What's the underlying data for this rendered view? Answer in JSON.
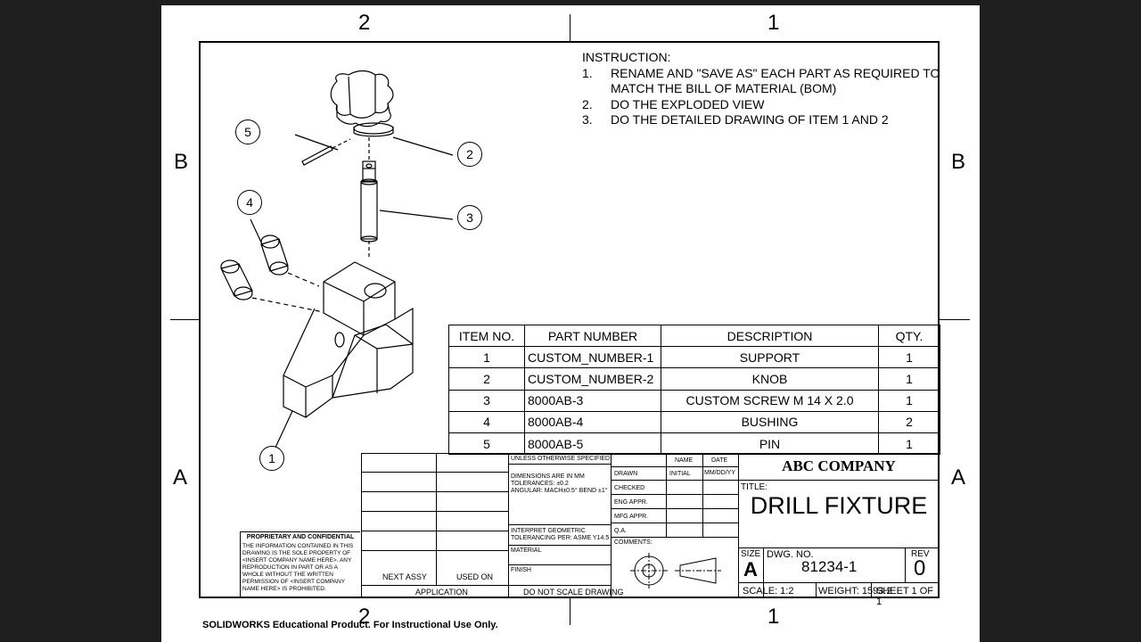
{
  "zones": {
    "top_left": "2",
    "top_right": "1",
    "bottom_left": "2",
    "bottom_right": "1",
    "left_upper": "B",
    "right_upper": "B",
    "left_lower": "A",
    "right_lower": "A"
  },
  "instruction": {
    "heading": "INSTRUCTION:",
    "items": [
      {
        "num": "1.",
        "text": "RENAME AND \"SAVE AS\" EACH PART AS REQUIRED TO"
      },
      {
        "num": "",
        "text": "MATCH THE BILL OF MATERIAL (BOM)"
      },
      {
        "num": "2.",
        "text": "DO THE EXPLODED VIEW"
      },
      {
        "num": "3.",
        "text": "DO THE DETAILED DRAWING OF ITEM 1 AND 2"
      }
    ]
  },
  "bom": {
    "headers": [
      "ITEM NO.",
      "PART NUMBER",
      "DESCRIPTION",
      "QTY."
    ],
    "rows": [
      [
        "1",
        "CUSTOM_NUMBER-1",
        "SUPPORT",
        "1"
      ],
      [
        "2",
        "CUSTOM_NUMBER-2",
        "KNOB",
        "1"
      ],
      [
        "3",
        "8000AB-3",
        "CUSTOM SCREW M 14 X 2.0",
        "1"
      ],
      [
        "4",
        "8000AB-4",
        "BUSHING",
        "2"
      ],
      [
        "5",
        "8000AB-5",
        "PIN",
        "1"
      ]
    ]
  },
  "balloons": {
    "b1": "1",
    "b2": "2",
    "b3": "3",
    "b4": "4",
    "b5": "5"
  },
  "title_block": {
    "unless": "UNLESS OTHERWISE SPECIFIED:",
    "name": "NAME",
    "date": "DATE",
    "drawn": "DRAWN",
    "initial": "INITIAL",
    "date_fmt": "MM/DD/YY",
    "checked": "CHECKED",
    "eng_appr": "ENG APPR.",
    "mfg_appr": "MFG APPR.",
    "qa": "Q.A.",
    "comments": "COMMENTS:",
    "dims1": "DIMENSIONS ARE IN MM",
    "dims2": "TOLERANCES: ±0.2",
    "dims3": "ANGULAR: MACH±0.5° BEND ±1°",
    "interp1": "INTERPRET GEOMETRIC",
    "interp2": "TOLERANCING PER: ASME Y14.5",
    "material": "MATERIAL",
    "finish": "FINISH",
    "do_not_scale": "DO NOT SCALE DRAWING",
    "next_assy": "NEXT ASSY",
    "used_on": "USED ON",
    "application": "APPLICATION",
    "company": "ABC COMPANY",
    "title_label": "TITLE:",
    "title": "DRILL FIXTURE",
    "size_label": "SIZE",
    "size": "A",
    "dwg_label": "DWG.  NO.",
    "dwg_no": "81234-1",
    "rev_label": "REV",
    "rev": "0",
    "scale": "SCALE: 1:2",
    "weight": "WEIGHT: 1593.2",
    "sheet": "SHEET 1 OF 1",
    "prop_title": "PROPRIETARY AND CONFIDENTIAL",
    "prop_body": "THE INFORMATION CONTAINED IN THIS DRAWING IS THE SOLE PROPERTY OF <INSERT COMPANY NAME HERE>.  ANY REPRODUCTION IN PART OR AS A WHOLE WITHOUT THE WRITTEN PERMISSION OF <INSERT COMPANY NAME HERE> IS PROHIBITED."
  },
  "footer": "SOLIDWORKS Educational Product. For Instructional Use Only."
}
